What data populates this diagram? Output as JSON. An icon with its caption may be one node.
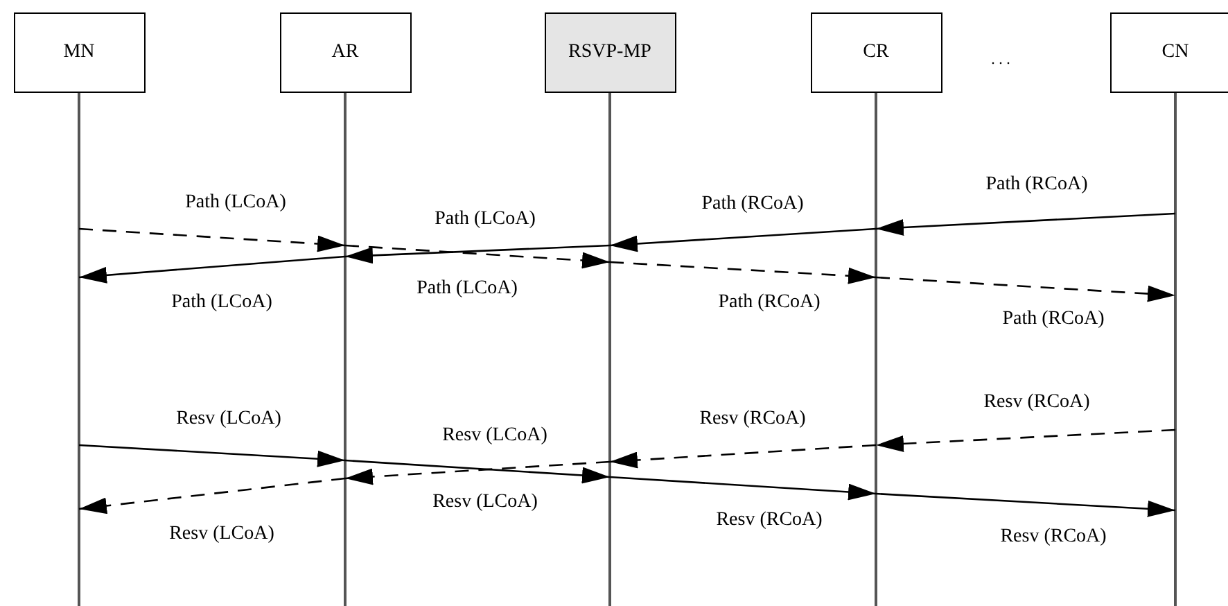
{
  "diagram": {
    "nodes": [
      {
        "text": [
          "MN"
        ]
      },
      {
        "text": [
          "AR"
        ]
      },
      {
        "text": [
          "RSVP-MP"
        ]
      },
      {
        "text": [
          "CR"
        ]
      },
      {
        "text": [
          "CN"
        ]
      }
    ],
    "edges": [
      {
        "from": 0,
        "to": 1,
        "arrow": "to",
        "style": "dashed",
        "label": "Path (LCoA)"
      },
      {
        "from": 1,
        "to": 2,
        "arrow": "to",
        "style": "dashed",
        "label": "Path (LCoA)"
      },
      {
        "from": 2,
        "to": 1,
        "arrow": "to",
        "label": "Path (LCoA)"
      },
      {
        "from": 1,
        "to": 0,
        "arrow": "to",
        "label": "Path (LCoA)"
      },
      {
        "from": 4,
        "to": 3,
        "arrow": "to",
        "label": "Path (RCoA)"
      },
      {
        "from": 3,
        "to": 2,
        "arrow": "to",
        "label": "Path (RCoA)"
      },
      {
        "from": 2,
        "to": 3,
        "arrow": "to",
        "style": "dashed",
        "label": "Path (RCoA)"
      },
      {
        "from": 3,
        "to": 4,
        "arrow": "to",
        "style": "dashed",
        "label": "Path (RCoA)"
      },
      {
        "from": 0,
        "to": 1,
        "arrow": "to",
        "label": "Resv (LCoA)"
      },
      {
        "from": 1,
        "to": 2,
        "arrow": "to",
        "label": "Resv (LCoA)"
      },
      {
        "from": 2,
        "to": 1,
        "arrow": "to",
        "style": "dashed",
        "label": "Resv (LCoA)"
      },
      {
        "from": 1,
        "to": 0,
        "arrow": "to",
        "style": "dashed",
        "label": "Resv (LCoA)"
      },
      {
        "from": 4,
        "to": 3,
        "arrow": "to",
        "style": "dashed",
        "label": "Resv (RCoA)"
      },
      {
        "from": 3,
        "to": 2,
        "arrow": "to",
        "style": "dashed",
        "label": "Resv (RCoA)"
      },
      {
        "from": 2,
        "to": 3,
        "arrow": "to",
        "label": "Resv (RCoA)"
      },
      {
        "from": 3,
        "to": 4,
        "arrow": "to",
        "label": "Resv (RCoA)"
      }
    ],
    "labels": [
      ". . ."
    ]
  }
}
